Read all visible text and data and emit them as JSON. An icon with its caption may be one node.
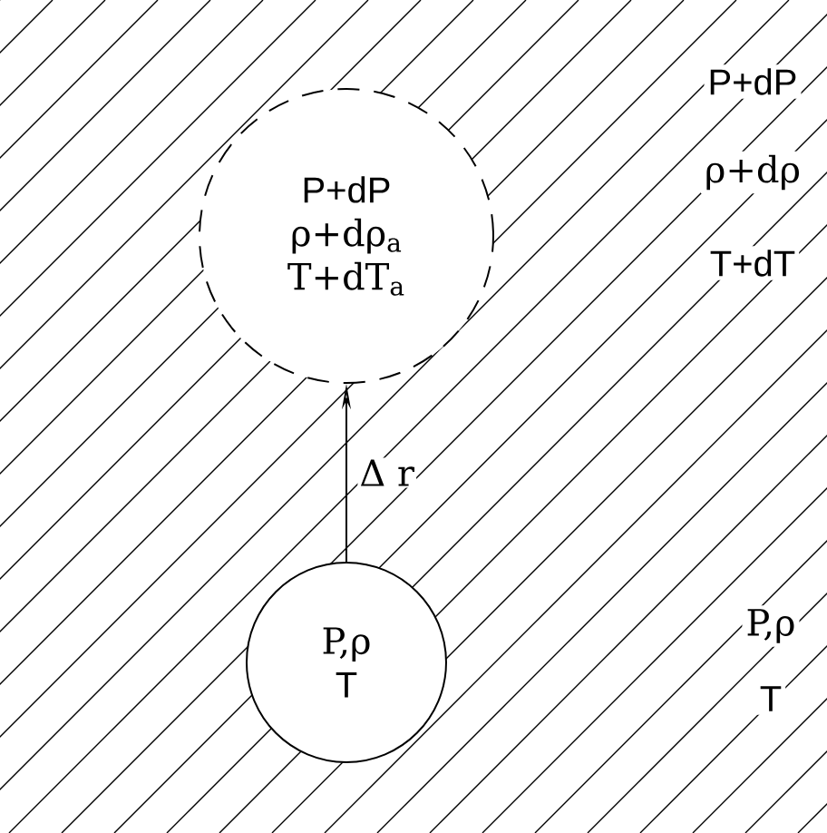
{
  "diagram": {
    "nodes": [
      {
        "text": [
          "P,ρ",
          "T"
        ]
      },
      {
        "text": [
          "P+dP",
          "ρ+dρ$_{a}$",
          "T+dT$_{a}$"
        ]
      }
    ],
    "edges": [
      {
        "from": 0,
        "to": 1,
        "arrow": "to",
        "label": "Δ r"
      }
    ],
    "labels": [
      "P+dP",
      "ρ+dρ",
      "T+dT",
      "P,ρ",
      "T"
    ]
  }
}
